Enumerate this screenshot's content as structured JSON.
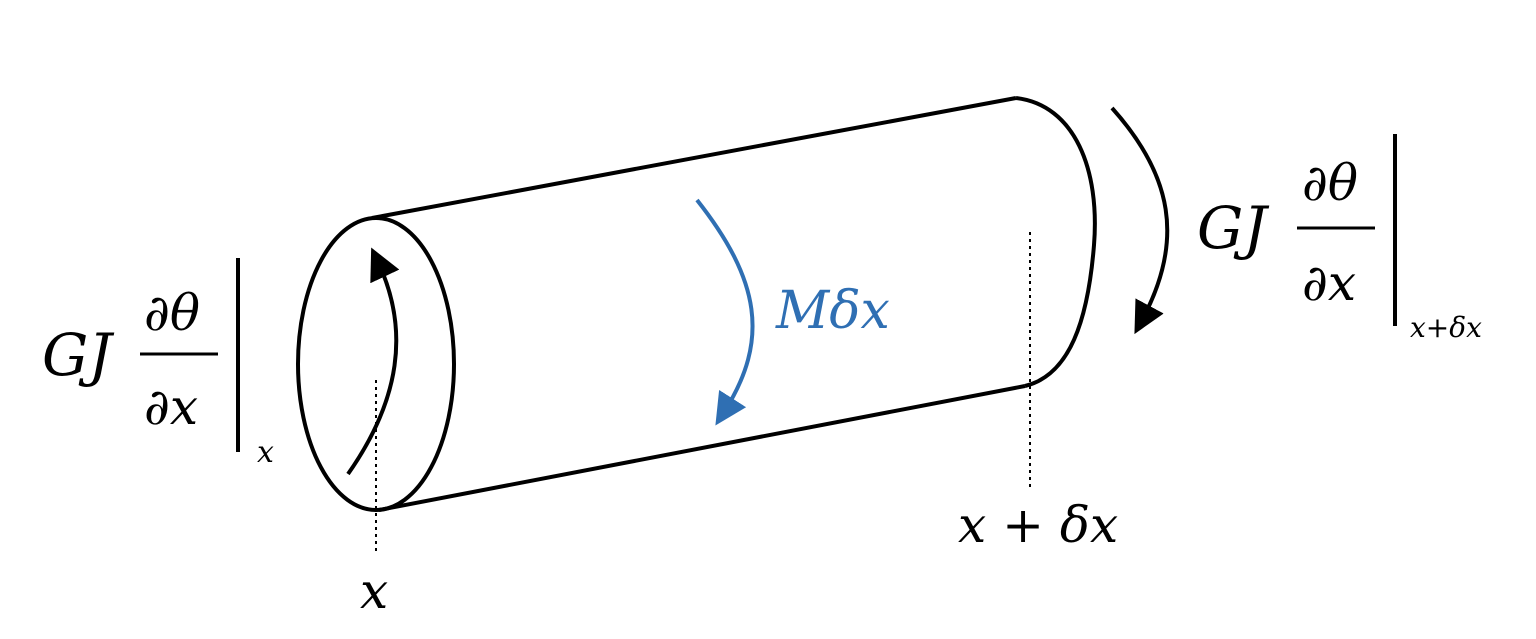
{
  "colors": {
    "ink": "#000000",
    "accent": "#2f6fb3",
    "background": "#ffffff"
  },
  "left_moment": {
    "coefficient": "GJ",
    "numerator": "∂θ",
    "denominator": "∂x",
    "eval_subscript": "x"
  },
  "right_moment": {
    "coefficient": "GJ",
    "numerator": "∂θ",
    "denominator": "∂x",
    "eval_subscript": "x+δx"
  },
  "distributed_moment": {
    "label": "Mδx"
  },
  "positions": {
    "left_label": "x",
    "right_label": "x + δx"
  }
}
